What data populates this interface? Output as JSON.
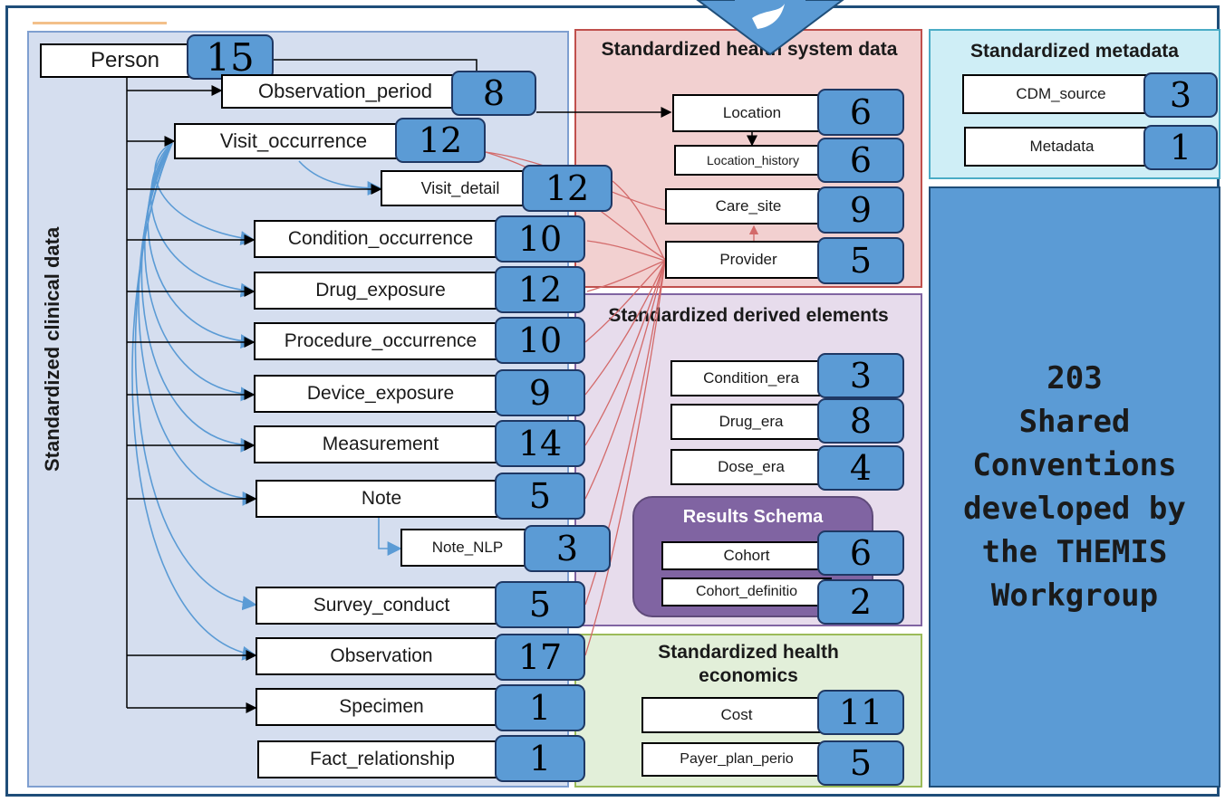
{
  "colors": {
    "clinical_panel": "#d5deef",
    "health_panel": "#f2d0d0",
    "derived_panel": "#e7dcec",
    "econ_panel": "#e2efd9",
    "meta_panel": "#cfeef6",
    "shared_panel": "#5b9bd5",
    "count_badge": "#5b9bd5",
    "results_schema": "#8064a2",
    "blue_arrow": "#5b9bd5",
    "red_line": "#d36a6a"
  },
  "panels": {
    "clinical": {
      "title": "Standardized clinical data"
    },
    "health_system": {
      "title": "Standardized health system data"
    },
    "derived": {
      "title": "Standardized derived elements"
    },
    "economics": {
      "title": "Standardized health economics"
    },
    "metadata": {
      "title": "Standardized metadata"
    },
    "shared": {
      "text": "203\nShared\nConventions\ndeveloped by\nthe THEMIS\nWorkgroup"
    }
  },
  "results_schema": {
    "title": "Results Schema"
  },
  "tables": {
    "person": {
      "label": "Person",
      "count": "15"
    },
    "observation_period": {
      "label": "Observation_period",
      "count": "8"
    },
    "visit_occurrence": {
      "label": "Visit_occurrence",
      "count": "12"
    },
    "visit_detail": {
      "label": "Visit_detail",
      "count": "12"
    },
    "condition_occurrence": {
      "label": "Condition_occurrence",
      "count": "10"
    },
    "drug_exposure": {
      "label": "Drug_exposure",
      "count": "12"
    },
    "procedure_occurrence": {
      "label": "Procedure_occurrence",
      "count": "10"
    },
    "device_exposure": {
      "label": "Device_exposure",
      "count": "9"
    },
    "measurement": {
      "label": "Measurement",
      "count": "14"
    },
    "note": {
      "label": "Note",
      "count": "5"
    },
    "note_nlp": {
      "label": "Note_NLP",
      "count": "3"
    },
    "survey_conduct": {
      "label": "Survey_conduct",
      "count": "5"
    },
    "observation": {
      "label": "Observation",
      "count": "17"
    },
    "specimen": {
      "label": "Specimen",
      "count": "1"
    },
    "fact_relationship": {
      "label": "Fact_relationship",
      "count": "1"
    },
    "location": {
      "label": "Location",
      "count": "6"
    },
    "location_history": {
      "label": "Location_history",
      "count": "6"
    },
    "care_site": {
      "label": "Care_site",
      "count": "9"
    },
    "provider": {
      "label": "Provider",
      "count": "5"
    },
    "condition_era": {
      "label": "Condition_era",
      "count": "3"
    },
    "drug_era": {
      "label": "Drug_era",
      "count": "8"
    },
    "dose_era": {
      "label": "Dose_era",
      "count": "4"
    },
    "cohort": {
      "label": "Cohort",
      "count": "6"
    },
    "cohort_definition": {
      "label": "Cohort_definitio",
      "count": "2"
    },
    "cost": {
      "label": "Cost",
      "count": "11"
    },
    "payer_plan_period": {
      "label": "Payer_plan_perio",
      "count": "5"
    },
    "cdm_source": {
      "label": "CDM_source",
      "count": "3"
    },
    "metadata": {
      "label": "Metadata",
      "count": "1"
    }
  }
}
